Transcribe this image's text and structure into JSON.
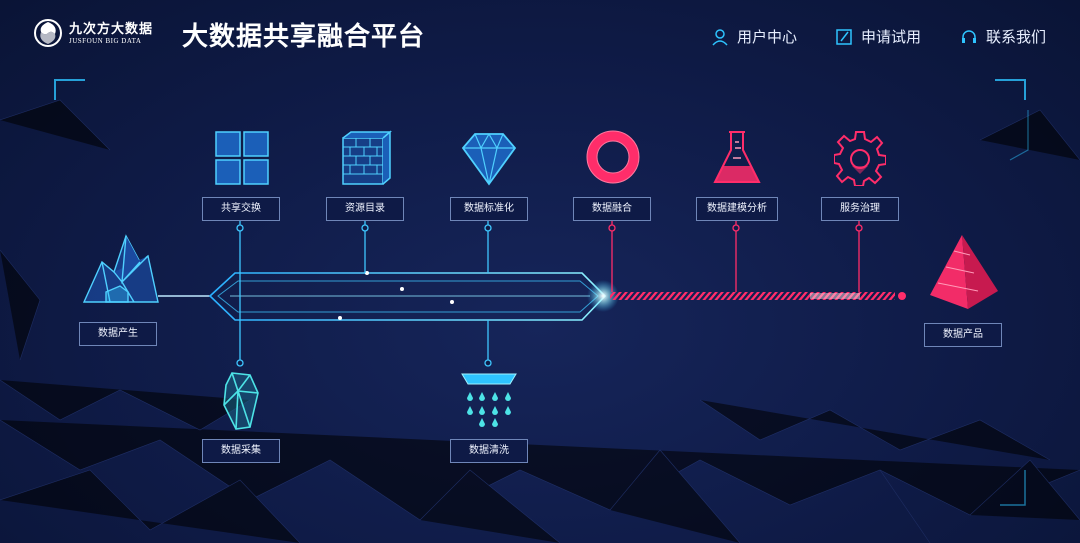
{
  "header": {
    "logo": {
      "name_cn": "九次方大数据",
      "name_en": "JUSFOUN BIG DATA"
    },
    "title": "大数据共享融合平台",
    "nav": [
      {
        "label": "用户中心",
        "icon": "user-icon"
      },
      {
        "label": "申请试用",
        "icon": "edit-icon"
      },
      {
        "label": "联系我们",
        "icon": "headset-icon"
      }
    ]
  },
  "flow": {
    "source": "数据产生",
    "collect": "数据采集",
    "clean": "数据清洗",
    "share": "共享交换",
    "catalog": "资源目录",
    "standardize": "数据标准化",
    "fusion": "数据融合",
    "modeling": "数据建模分析",
    "governance": "服务治理",
    "product": "数据产品"
  },
  "icons": {
    "share": "cubes-icon",
    "catalog": "brick-wall-icon",
    "standardize": "diamond-icon",
    "fusion": "ring-icon",
    "modeling": "flask-icon",
    "governance": "gear-icon",
    "source": "crystal-mountain-icon",
    "collect": "gem-icon",
    "clean": "shower-icon",
    "product": "pyramid-icon"
  },
  "colors": {
    "blue": "#2ec4ff",
    "cyan": "#4de3e6",
    "pink": "#ff2d6a",
    "bg": "#0f1b47"
  }
}
